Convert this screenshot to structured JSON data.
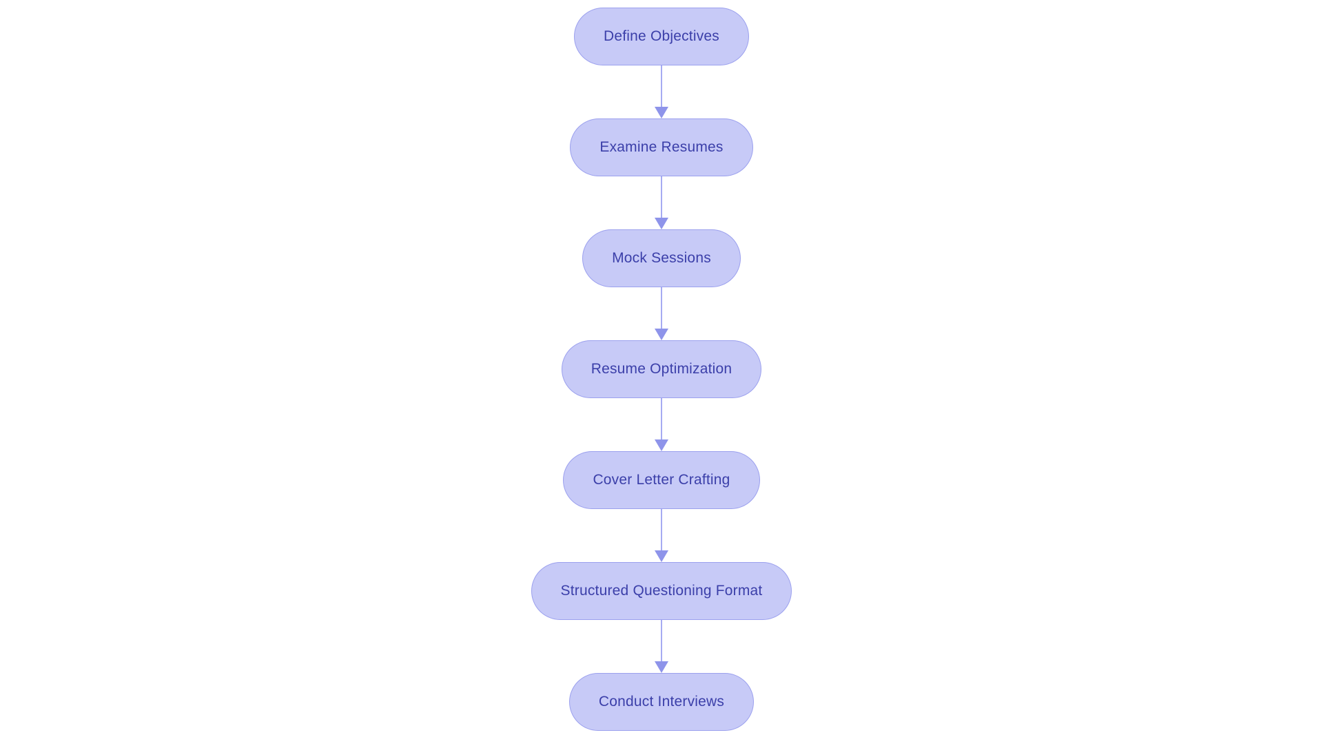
{
  "flowchart": {
    "type": "flowchart",
    "direction": "top-down",
    "nodes": [
      {
        "id": "1",
        "label": "Define Objectives"
      },
      {
        "id": "2",
        "label": "Examine Resumes"
      },
      {
        "id": "3",
        "label": "Mock Sessions"
      },
      {
        "id": "4",
        "label": "Resume Optimization"
      },
      {
        "id": "5",
        "label": "Cover Letter Crafting"
      },
      {
        "id": "6",
        "label": "Structured Questioning Format"
      },
      {
        "id": "7",
        "label": "Conduct Interviews"
      }
    ],
    "edges": [
      {
        "from": "1",
        "to": "2"
      },
      {
        "from": "2",
        "to": "3"
      },
      {
        "from": "3",
        "to": "4"
      },
      {
        "from": "4",
        "to": "5"
      },
      {
        "from": "5",
        "to": "6"
      },
      {
        "from": "6",
        "to": "7"
      }
    ],
    "colors": {
      "node_fill": "#c7caf7",
      "node_border": "#9ba0ee",
      "node_text": "#3b3fa9",
      "arrow_line": "#a6abf2",
      "arrow_head": "#8e94ea",
      "background": "#ffffff"
    }
  }
}
